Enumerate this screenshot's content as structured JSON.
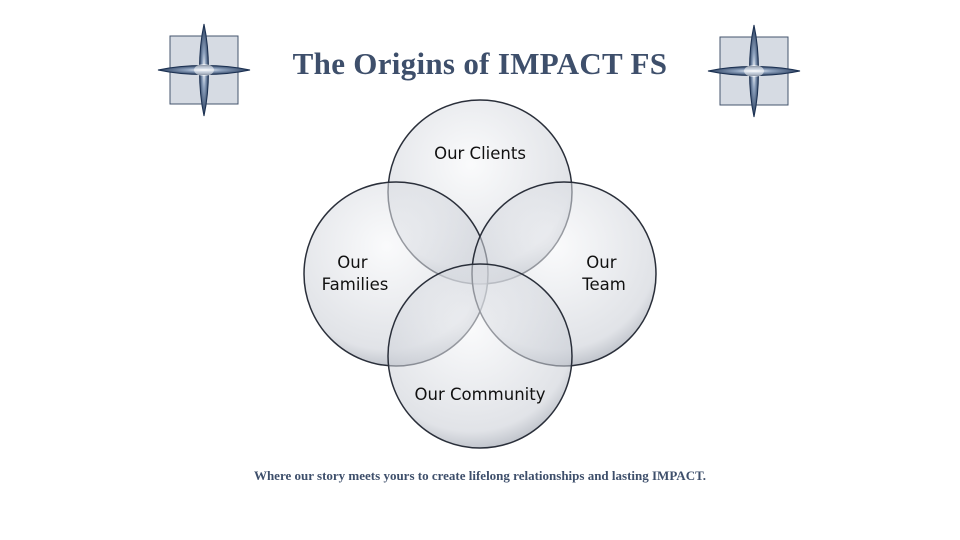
{
  "title": "The Origins of IMPACT FS",
  "tagline": "Where our story meets yours to create lifelong relationships and lasting IMPACT.",
  "venn": {
    "top_label": "Our Clients",
    "left_label_line1": "Our",
    "left_label_line2": "Families",
    "right_label_line1": "Our",
    "right_label_line2": "Team",
    "bottom_label": "Our Community"
  },
  "colors": {
    "title": "#3e4f6b",
    "emblem_dark": "#1f3556",
    "emblem_square": "#d6dbe3",
    "circle_fill": "#e2e4e8",
    "circle_stroke": "#2a2f3a"
  },
  "icons": {
    "emblem": "four-point-star-emblem-icon"
  }
}
